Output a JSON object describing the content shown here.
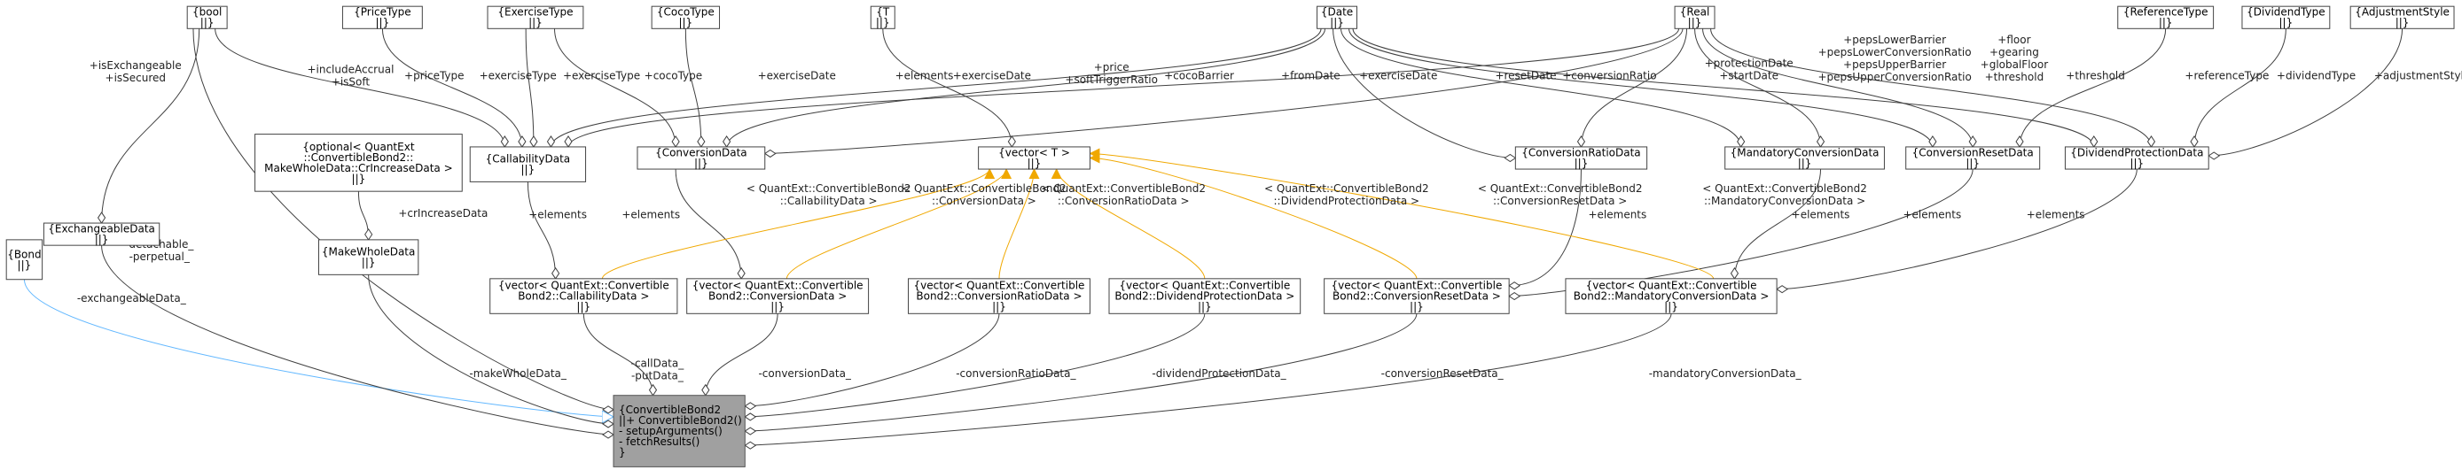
{
  "nodes": {
    "bool": {
      "lines": [
        "{bool",
        "||}"
      ]
    },
    "pricetype": {
      "lines": [
        "{PriceType",
        "||}"
      ]
    },
    "exercisetype": {
      "lines": [
        "{ExerciseType",
        "||}"
      ]
    },
    "cocotype": {
      "lines": [
        "{CocoType",
        "||}"
      ]
    },
    "t": {
      "lines": [
        "{T",
        "||}"
      ]
    },
    "date": {
      "lines": [
        "{Date",
        "||}"
      ]
    },
    "real": {
      "lines": [
        "{Real",
        "||}"
      ]
    },
    "referencetype": {
      "lines": [
        "{ReferenceType",
        "||}"
      ]
    },
    "dividendtype": {
      "lines": [
        "{DividendType",
        "||}"
      ]
    },
    "adjustmentstyle": {
      "lines": [
        "{AdjustmentStyle",
        "||}"
      ]
    },
    "exchangeable": {
      "lines": [
        "{ExchangeableData",
        "||}"
      ]
    },
    "optional": {
      "lines": [
        "{optional< QuantExt",
        "::ConvertibleBond2::",
        "MakeWholeData::CrIncreaseData >",
        "||}"
      ]
    },
    "callability": {
      "lines": [
        "{CallabilityData",
        "||}"
      ]
    },
    "conversion": {
      "lines": [
        "{ConversionData",
        "||}"
      ]
    },
    "vectorT": {
      "lines": [
        "{vector< T >",
        "||}"
      ]
    },
    "conversionratio": {
      "lines": [
        "{ConversionRatioData",
        "||}"
      ]
    },
    "mandatory": {
      "lines": [
        "{MandatoryConversionData",
        "||}"
      ]
    },
    "reset": {
      "lines": [
        "{ConversionResetData",
        "||}"
      ]
    },
    "dividendprot": {
      "lines": [
        "{DividendProtectionData",
        "||}"
      ]
    },
    "bond": {
      "lines": [
        "{Bond",
        "||}"
      ]
    },
    "makewhole": {
      "lines": [
        "{MakeWholeData",
        "||}"
      ]
    },
    "vcall": {
      "lines": [
        "{vector< QuantExt::Convertible",
        "Bond2::CallabilityData >",
        "||}"
      ]
    },
    "vconv": {
      "lines": [
        "{vector< QuantExt::Convertible",
        "Bond2::ConversionData >",
        "||}"
      ]
    },
    "vratio": {
      "lines": [
        "{vector< QuantExt::Convertible",
        "Bond2::ConversionRatioData >",
        "||}"
      ]
    },
    "vdiv": {
      "lines": [
        "{vector< QuantExt::Convertible",
        "Bond2::DividendProtectionData >",
        "||}"
      ]
    },
    "vreset": {
      "lines": [
        "{vector< QuantExt::Convertible",
        "Bond2::ConversionResetData >",
        "||}"
      ]
    },
    "vmand": {
      "lines": [
        "{vector< QuantExt::Convertible",
        "Bond2::MandatoryConversionData >",
        "||}"
      ]
    },
    "main": {
      "lines": [
        "{ConvertibleBond2",
        "||+ ConvertibleBond2()",
        "- setupArguments()",
        "- fetchResults()",
        "}"
      ]
    }
  },
  "edge_labels": {
    "isExchangeable": [
      "+isExchangeable",
      "+isSecured"
    ],
    "includeAccrual": [
      "+includeAccrual",
      "+isSoft"
    ],
    "priceType": [
      "+priceType"
    ],
    "exerciseType1": [
      "+exerciseType"
    ],
    "exerciseType2": [
      "+exerciseType"
    ],
    "cocoType": [
      "+cocoType"
    ],
    "exerciseDate1": [
      "+exerciseDate"
    ],
    "elementsT": [
      "+elements"
    ],
    "exerciseDate2": [
      "+exerciseDate"
    ],
    "priceSoft": [
      "+price",
      "+softTriggerRatio"
    ],
    "cocoBarrier": [
      "+cocoBarrier"
    ],
    "fromDate": [
      "+fromDate"
    ],
    "exerciseDate3": [
      "+exerciseDate"
    ],
    "resetDate": [
      "+resetDate"
    ],
    "conversionRatio": [
      "+conversionRatio"
    ],
    "protectionDate": [
      "+protectionDate",
      "+startDate"
    ],
    "peps": [
      "+pepsLowerBarrier",
      "+pepsLowerConversionRatio",
      "+pepsUpperBarrier",
      "+pepsUpperConversionRatio"
    ],
    "floor": [
      "+floor",
      "+gearing",
      "+globalFloor",
      "+threshold"
    ],
    "threshold": [
      "+threshold"
    ],
    "referenceType": [
      "+referenceType"
    ],
    "dividendType": [
      "+dividendType"
    ],
    "adjustmentStyle": [
      "+adjustmentStyle"
    ],
    "crIncrease": [
      "+crIncreaseData"
    ],
    "elCall": [
      "+elements"
    ],
    "elConv": [
      "+elements"
    ],
    "elRatio": [
      "+elements"
    ],
    "elMand": [
      "+elements"
    ],
    "elReset": [
      "+elements"
    ],
    "elDiv": [
      "+elements"
    ],
    "tCall": [
      "< QuantExt::ConvertibleBond2",
      "::CallabilityData >"
    ],
    "tConv": [
      "< QuantExt::ConvertibleBond2",
      "::ConversionData >"
    ],
    "tRatio": [
      "< QuantExt::ConvertibleBond2",
      "::ConversionRatioData >"
    ],
    "tDiv": [
      "< QuantExt::ConvertibleBond2",
      "::DividendProtectionData >"
    ],
    "tReset": [
      "< QuantExt::ConvertibleBond2",
      "::ConversionResetData >"
    ],
    "tMand": [
      "< QuantExt::ConvertibleBond2",
      "::MandatoryConversionData >"
    ],
    "detachable": [
      "-detachable_",
      "-perpetual_"
    ],
    "exchangeableData": [
      "-exchangeableData_"
    ],
    "makeWholeData": [
      "-makeWholeData_"
    ],
    "callData": [
      "-callData_",
      "-putData_"
    ],
    "conversionData": [
      "-conversionData_"
    ],
    "conversionRatioData": [
      "-conversionRatioData_"
    ],
    "dividendProtectionData": [
      "-dividendProtectionData_"
    ],
    "conversionResetData": [
      "-conversionResetData_"
    ],
    "mandatoryConversionData": [
      "-mandatoryConversionData_"
    ]
  },
  "colors": {
    "node_fill": "#ffffff",
    "node_stroke": "#444444",
    "main_fill": "#a0a0a0",
    "association_edge": "#404040",
    "template_edge": "#f0a800",
    "inheritance_edge": "#63b8ff"
  }
}
